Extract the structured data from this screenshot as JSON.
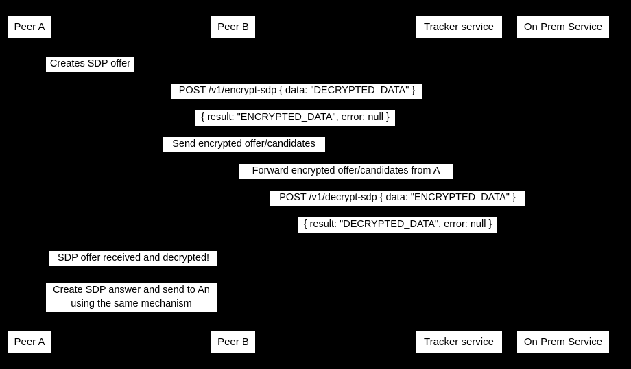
{
  "diagram": {
    "type": "sequence-diagram",
    "background_color": "#000000",
    "label_background_color": "#ffffff",
    "label_text_color": "#000000"
  },
  "participants": [
    {
      "id": "peer-a",
      "label": "Peer A"
    },
    {
      "id": "peer-b",
      "label": "Peer B"
    },
    {
      "id": "tracker-service",
      "label": "Tracker service"
    },
    {
      "id": "on-prem-service",
      "label": "On Prem Service"
    }
  ],
  "messages": [
    {
      "id": "creates-sdp-offer",
      "label": "Creates SDP offer"
    },
    {
      "id": "post-encrypt-sdp",
      "label": "POST /v1/encrypt-sdp { data: \"DECRYPTED_DATA\" }"
    },
    {
      "id": "encrypt-sdp-result",
      "label": "{ result: \"ENCRYPTED_DATA\", error: null }"
    },
    {
      "id": "send-encrypted-offer",
      "label": "Send encrypted offer/candidates"
    },
    {
      "id": "forward-encrypted-offer",
      "label": "Forward encrypted offer/candidates from A"
    },
    {
      "id": "post-decrypt-sdp",
      "label": "POST /v1/decrypt-sdp { data: \"ENCRYPTED_DATA\" }"
    },
    {
      "id": "decrypt-sdp-result",
      "label": "{ result: \"DECRYPTED_DATA\", error: null }"
    },
    {
      "id": "sdp-offer-received",
      "label": "SDP offer received and decrypted!"
    },
    {
      "id": "create-sdp-answer",
      "label": "Create SDP answer and send to An\nusing the same mechanism"
    }
  ]
}
